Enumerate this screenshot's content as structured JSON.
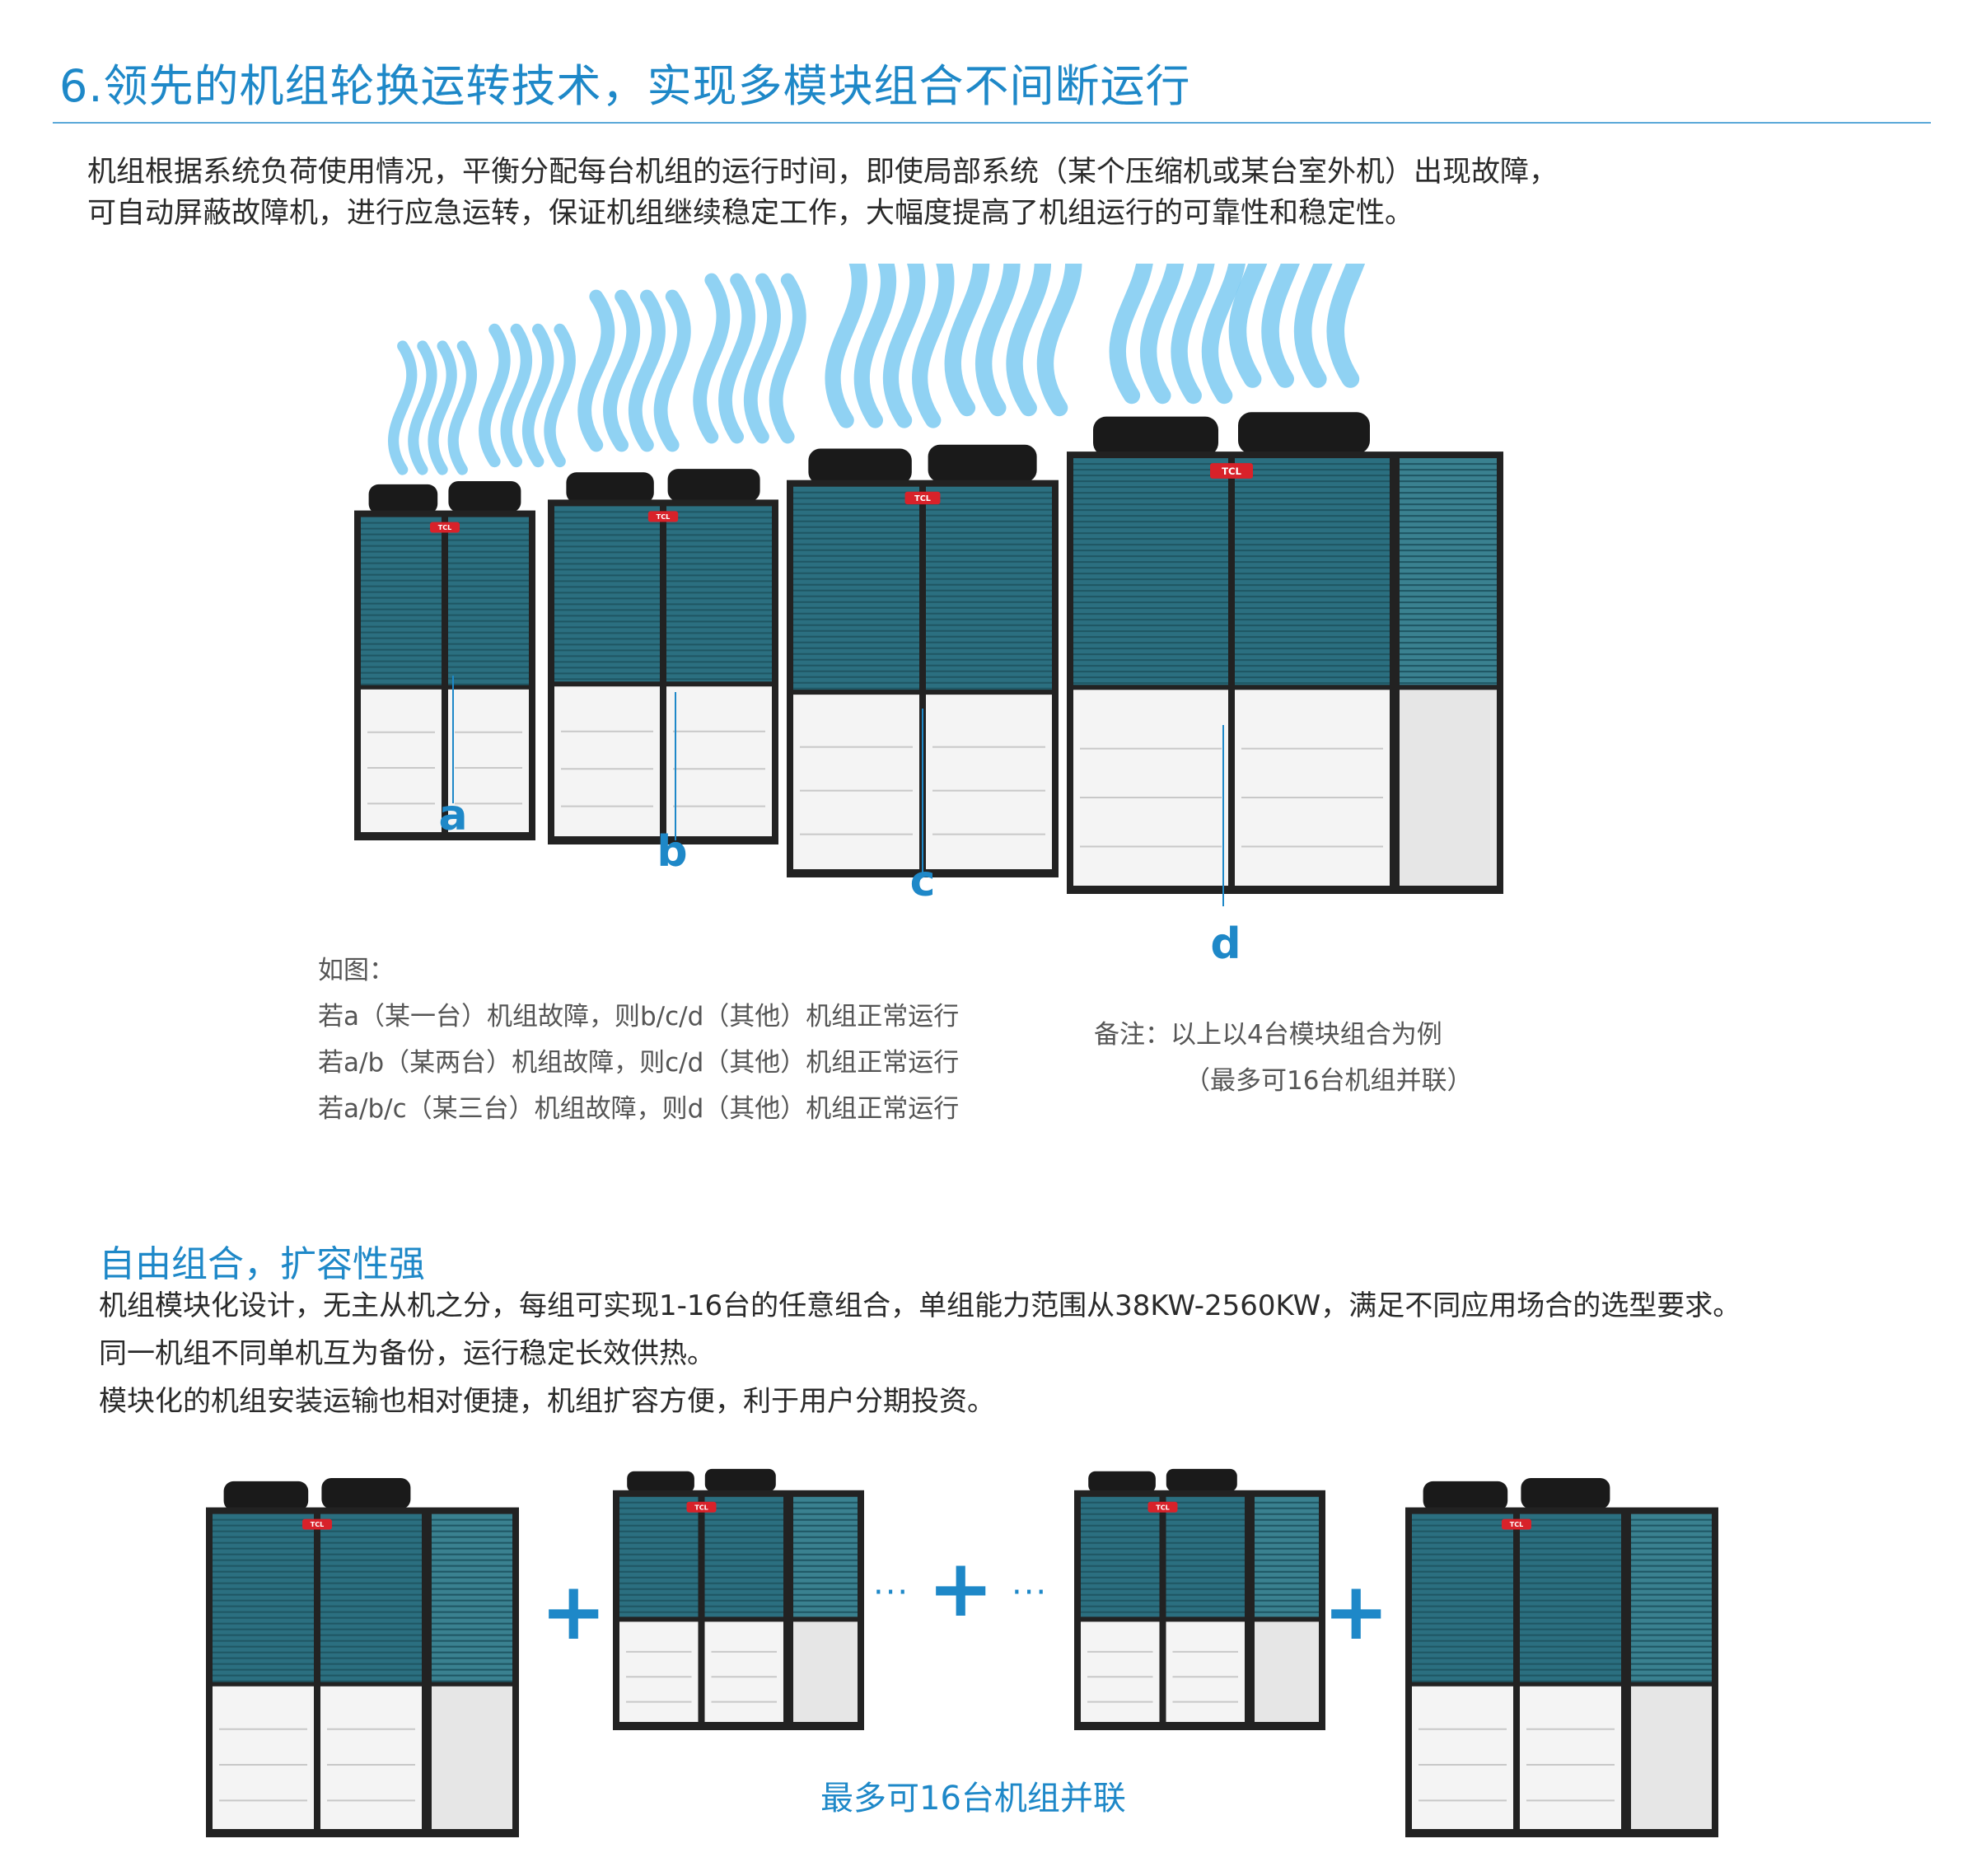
{
  "section": {
    "title": "6.领先的机组轮换运转技术，实现多模块组合不间断运行",
    "intro_lines": [
      "机组根据系统负荷使用情况，平衡分配每台机组的运行时间，即使局部系统（某个压缩机或某台室外机）出现故障，",
      "可自动屏蔽故障机，进行应急运转，保证机组继续稳定工作，大幅度提高了机组运行的可靠性和稳定性。"
    ]
  },
  "hero": {
    "brand": "TCL",
    "labels": [
      "a",
      "b",
      "c",
      "d"
    ]
  },
  "example": {
    "lines": [
      "如图：",
      "若a（某一台）机组故障，则b/c/d（其他）机组正常运行",
      "若a/b（某两台）机组故障，则c/d（其他）机组正常运行",
      "若a/b/c（某三台）机组故障，则d（其他）机组正常运行"
    ]
  },
  "note": {
    "line1": "备注：以上以4台模块组合为例",
    "line2": "（最多可16台机组并联）"
  },
  "modular": {
    "heading": "自由组合，扩容性强",
    "lines": [
      "机组模块化设计，无主从机之分，每组可实现1-16台的任意组合，单组能力范围从38KW-2560KW，满足不同应用场合的选型要求。",
      "同一机组不同单机互为备份，运行稳定长效供热。",
      "模块化的机组安装运输也相对便捷，机组扩容方便，利于用户分期投资。"
    ],
    "plus_symbol": "+",
    "ellipsis": "···",
    "caption": "最多可16台机组并联"
  },
  "colors": {
    "accent": "#1e88c8",
    "coil": "#2b6f80",
    "frame": "#222222",
    "panel": "#f4f4f4",
    "brand_red": "#d8222a",
    "airflow": "#6cc4f0"
  }
}
